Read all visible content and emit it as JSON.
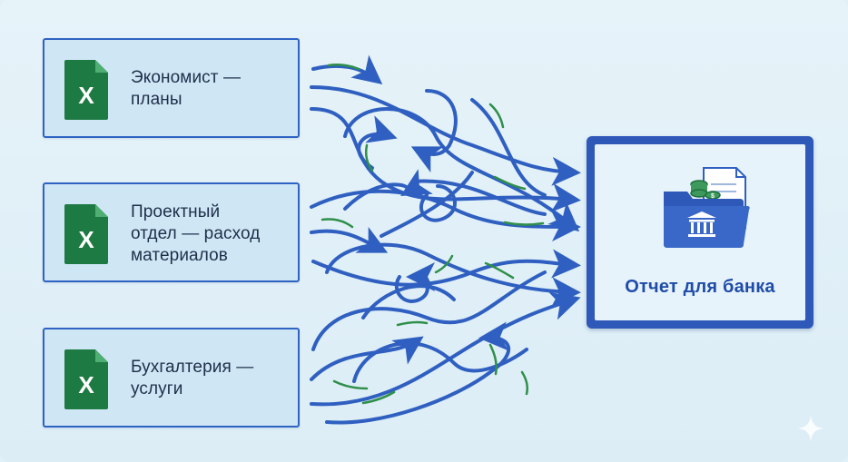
{
  "sources": [
    {
      "label": "Экономист —\nпланы",
      "icon": "excel-file-icon"
    },
    {
      "label": "Проектный\nотдел — расход\nматериалов",
      "icon": "excel-file-icon"
    },
    {
      "label": "Бухгалтерия —\nуслуги",
      "icon": "excel-file-icon"
    }
  ],
  "target": {
    "title": "Отчет для банка",
    "icon": "bank-folder-icon"
  },
  "colors": {
    "background": "#e2f1f8",
    "card_fill": "#cfe7f5",
    "card_border": "#2f63c3",
    "flow_line": "#2f5fc0",
    "flow_accent": "#2f8f4a",
    "excel_green": "#1e7a43",
    "target_frame": "#2f59b9",
    "target_text": "#1f4ca8"
  }
}
